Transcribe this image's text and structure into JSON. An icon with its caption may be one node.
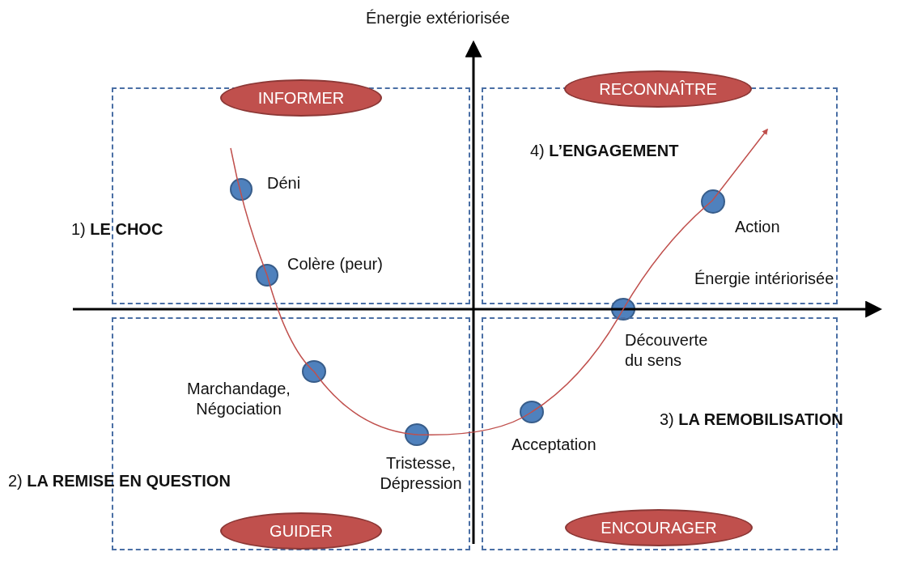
{
  "diagram": {
    "nodes": [
      {
        "text": [],
        "shape": "box"
      },
      {
        "text": [
          "INFORMER"
        ]
      },
      {
        "text": [],
        "shape": "box"
      },
      {
        "text": [
          "RECONNAÎTRE"
        ]
      },
      {
        "text": [],
        "shape": "circle",
        "in": 0,
        "beside": [
          "Déni"
        ]
      },
      {
        "text": [],
        "shape": "circle",
        "in": 2,
        "beside": [
          "Action"
        ]
      },
      {
        "text": [],
        "shape": "circle",
        "in": 0,
        "beside": [
          "Colère (peur)"
        ]
      },
      {
        "text": [],
        "shape": "circle",
        "beside": [
          "Découverte du sens"
        ]
      },
      {
        "text": [],
        "shape": "box"
      },
      {
        "text": [],
        "shape": "box"
      },
      {
        "text": [],
        "shape": "circle",
        "in": 8,
        "beside": [
          "Marchandage, Négociation"
        ]
      },
      {
        "text": [],
        "shape": "circle",
        "in": 9,
        "beside": [
          "Acceptation"
        ]
      },
      {
        "text": [],
        "shape": "circle",
        "in": 8,
        "beside": [
          "Tristesse, Dépression"
        ]
      },
      {
        "text": [
          "GUIDER"
        ],
        "in": 8
      },
      {
        "text": [
          "ENCOURAGER"
        ],
        "in": 9
      }
    ],
    "labels": [
      "Énergie extériorisée",
      "4) **L’ENGAGEMENT**",
      "1) **LE CHOC**",
      "Énergie intériorisée",
      "3) **LA REMOBILISATION**",
      "2) **LA REMISE EN QUESTION**"
    ]
  }
}
